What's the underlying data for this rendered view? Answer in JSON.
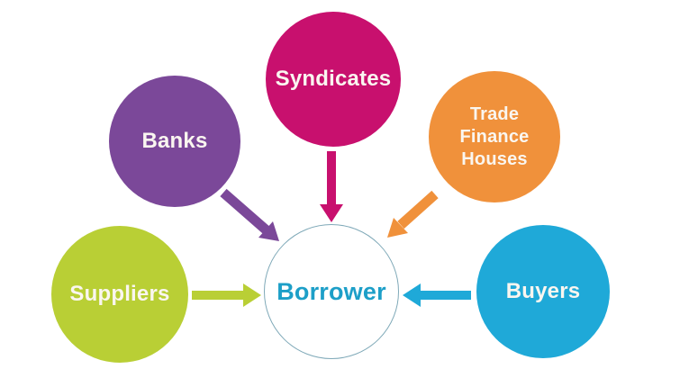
{
  "diagram": {
    "background": "#ffffff",
    "center_node": {
      "label": "Borrower",
      "fill": "#ffffff",
      "border_color": "#7FA9B8",
      "text_color": "#1D9FC8"
    },
    "nodes": [
      {
        "id": "banks",
        "label": "Banks",
        "color": "#7B4899",
        "text_color": "#FAF6F0"
      },
      {
        "id": "syndicates",
        "label": "Syndicates",
        "color": "#C8106E",
        "text_color": "#FAF6F0"
      },
      {
        "id": "trade-finance-houses",
        "label": "Trade Finance Houses",
        "color": "#F0913B",
        "text_color": "#FAF6F0"
      },
      {
        "id": "suppliers",
        "label": "Suppliers",
        "color": "#B9CF35",
        "text_color": "#FAF6F0"
      },
      {
        "id": "buyers",
        "label": "Buyers",
        "color": "#1FA9D8",
        "text_color": "#FAF6F0"
      }
    ],
    "connections": [
      {
        "from": "Banks",
        "to": "Borrower"
      },
      {
        "from": "Syndicates",
        "to": "Borrower"
      },
      {
        "from": "Trade Finance Houses",
        "to": "Borrower"
      },
      {
        "from": "Suppliers",
        "to": "Borrower"
      },
      {
        "from": "Buyers",
        "to": "Borrower"
      }
    ]
  }
}
